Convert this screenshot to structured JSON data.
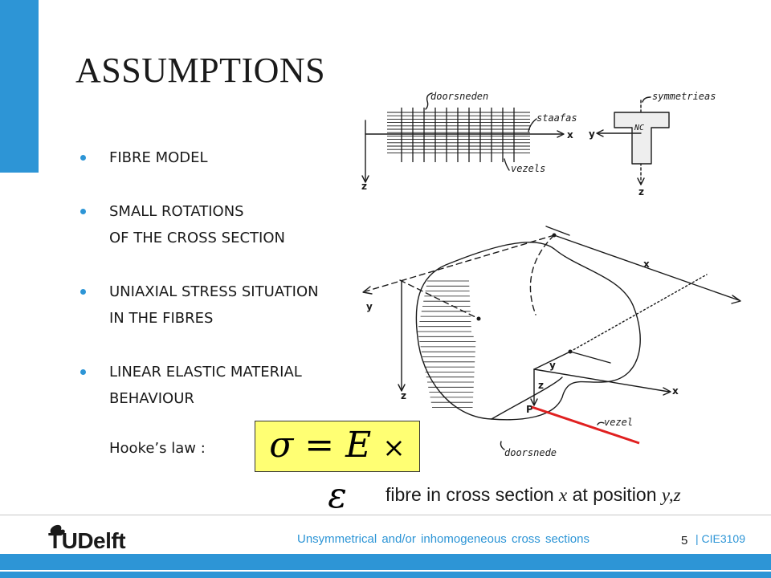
{
  "title": "ASSUMPTIONS",
  "bullets": [
    {
      "lines": [
        "FIBRE MODEL"
      ]
    },
    {
      "lines": [
        "SMALL ROTATIONS",
        "OF THE CROSS SECTION"
      ]
    },
    {
      "lines": [
        "UNIAXIAL STRESS SITUATION",
        "IN THE FIBRES"
      ]
    },
    {
      "lines": [
        "LINEAR ELASTIC MATERIAL",
        "BEHAVIOUR"
      ]
    }
  ],
  "hooke_label": "Hooke’s law :",
  "formula": {
    "sigma": "σ",
    "equals": "=",
    "E": "E",
    "times": "×",
    "epsilon": "ε"
  },
  "caption": {
    "part1": "fibre in cross section ",
    "x": "x",
    "part2": " at position ",
    "yz": "y,z"
  },
  "diagram_top": {
    "label_doorsneden": "doorsneden",
    "label_staafas": "staafas",
    "label_vezels": "vezels",
    "label_symmetrieas": "symmetrieas",
    "label_nc": "NC",
    "axis_x": "x",
    "axis_y": "y",
    "axis_z": "z"
  },
  "diagram_main": {
    "axis_x": "x",
    "axis_y": "y",
    "axis_z": "z",
    "label_p": "P",
    "label_vezel": "vezel",
    "label_doorsnede": "doorsnede"
  },
  "footer": {
    "logo_text": "TUDelft",
    "presentation_title": "Unsymmetrical and/or inhomogeneous  cross  sections",
    "page_number": "5",
    "course_code": "| CIE3109"
  },
  "colors": {
    "accent": "#2d95d6",
    "formula_bg": "#ffff73",
    "fibre_line": "#e02020"
  }
}
